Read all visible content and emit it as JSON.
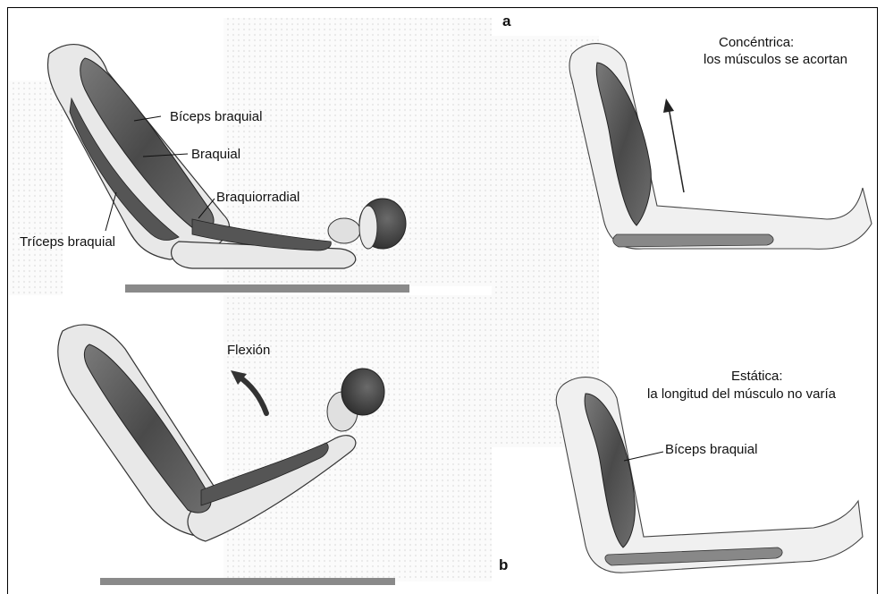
{
  "panels": {
    "a": {
      "letter": "a",
      "caption_line1": "Concéntrica:",
      "caption_line2": "los músculos se acortan"
    },
    "b": {
      "letter": "b",
      "caption_line1": "Estática:",
      "caption_line2": "la longitud del músculo no varía",
      "muscle_label": "Bíceps braquial"
    }
  },
  "left_top": {
    "labels": {
      "biceps": "Bíceps braquial",
      "braquial": "Braquial",
      "braquiorradial": "Braquiorradial",
      "triceps": "Tríceps braquial"
    }
  },
  "left_bottom": {
    "flexion_label": "Flexión"
  },
  "colors": {
    "muscle": "#5a5a5a",
    "bone": "#d8d8d8",
    "outline": "#222222",
    "background": "#ffffff"
  }
}
